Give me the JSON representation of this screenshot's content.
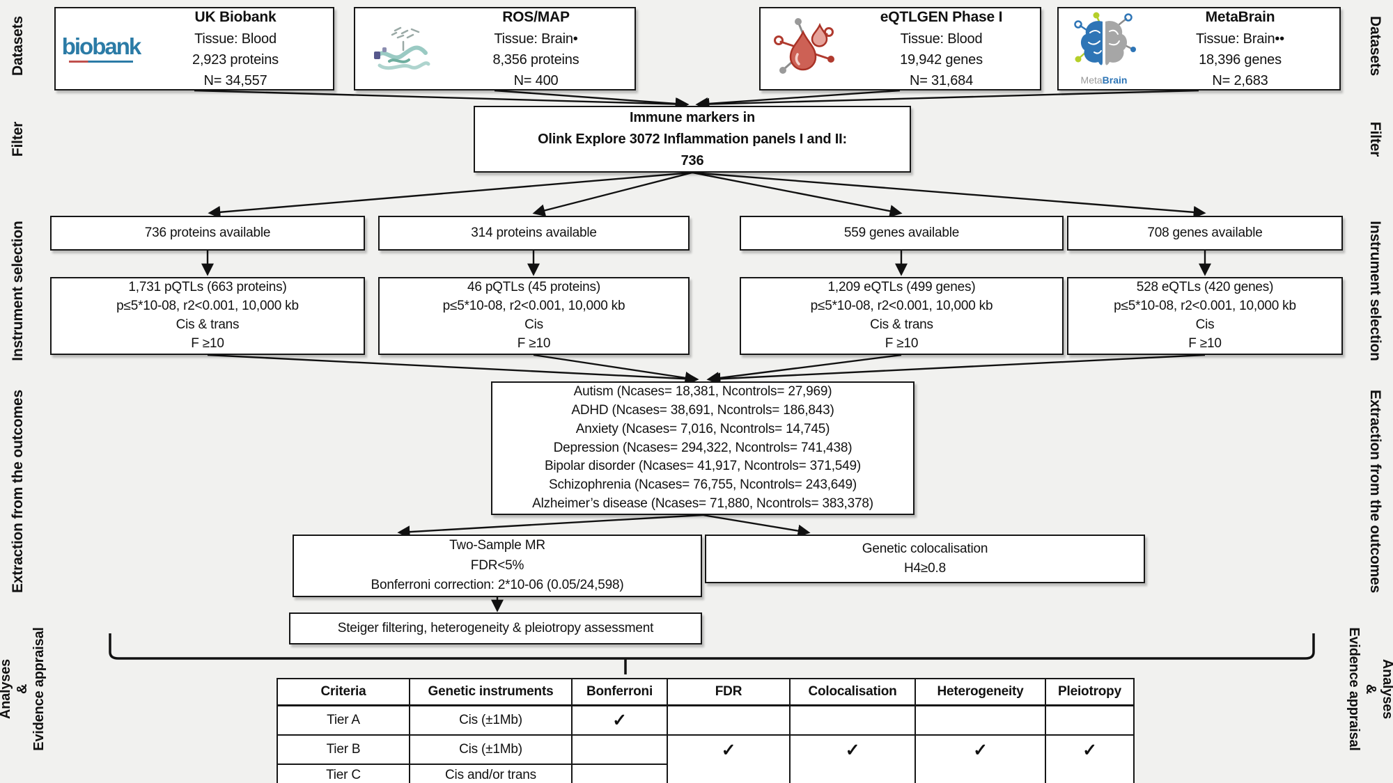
{
  "side_labels": {
    "datasets": "Datasets",
    "filter": "Filter",
    "instrument_selection": "Instrument selection",
    "extraction": "Extraction from the outcomes",
    "analyses_line1": "Analyses",
    "analyses_line2": "&",
    "analyses_line3": "Evidence appraisal"
  },
  "datasets": [
    {
      "title": "UK Biobank",
      "tissue": "Tissue: Blood",
      "markers": "2,923 proteins",
      "n": "N= 34,557",
      "logo": "uk-biobank-logo"
    },
    {
      "title": "ROS/MAP",
      "tissue": "Tissue: Brain•",
      "markers": "8,356 proteins",
      "n": "N= 400",
      "logo": "protein-structure-icon"
    },
    {
      "title": "eQTLGEN Phase I",
      "tissue": "Tissue: Blood",
      "markers": "19,942 genes",
      "n": "N= 31,684",
      "logo": "blood-drops-icon"
    },
    {
      "title": "MetaBrain",
      "tissue": "Tissue: Brain••",
      "markers": "18,396 genes",
      "n": "N= 2,683",
      "logo": "metabrain-logo"
    }
  ],
  "logos": {
    "biobank": "biobank",
    "metabrain_meta": "Meta",
    "metabrain_brain": "Brain"
  },
  "colors": {
    "biobank_blue": "#2b7ba6",
    "metabrain_blue": "#2e75b6",
    "metabrain_gray": "#a6a6a6",
    "metabrain_green": "#b5cf2a",
    "droplet_red": "#c0504d",
    "ribbon_teal": "#8fc4bd"
  },
  "filter_box": {
    "line1": "Immune markers in",
    "line2": "Olink Explore 3072 Inflammation panels I and II:",
    "line3": "736"
  },
  "instrument": {
    "available": [
      "736 proteins available",
      "314 proteins available",
      "559 genes available",
      "708 genes available"
    ],
    "qtl": [
      {
        "line1": "1,731 pQTLs (663 proteins)",
        "line2": "p≤5*10-08, r2<0.001, 10,000 kb",
        "line3": "Cis & trans",
        "line4": "F ≥10"
      },
      {
        "line1": "46 pQTLs (45 proteins)",
        "line2": "p≤5*10-08, r2<0.001, 10,000 kb",
        "line3": "Cis",
        "line4": "F ≥10"
      },
      {
        "line1": "1,209 eQTLs (499 genes)",
        "line2": "p≤5*10-08, r2<0.001, 10,000 kb",
        "line3": "Cis & trans",
        "line4": "F ≥10"
      },
      {
        "line1": "528 eQTLs (420 genes)",
        "line2": "p≤5*10-08, r2<0.001, 10,000 kb",
        "line3": "Cis",
        "line4": "F ≥10"
      }
    ]
  },
  "outcomes": {
    "lines": [
      "Autism (Ncases= 18,381, Ncontrols= 27,969)",
      "ADHD (Ncases= 38,691, Ncontrols= 186,843)",
      "Anxiety (Ncases= 7,016, Ncontrols= 14,745)",
      "Depression (Ncases= 294,322, Ncontrols= 741,438)",
      "Bipolar disorder (Ncases= 41,917, Ncontrols= 371,549)",
      "Schizophrenia (Ncases= 76,755, Ncontrols= 243,649)",
      "Alzheimer’s disease (Ncases= 71,880, Ncontrols= 383,378)"
    ]
  },
  "analysis": {
    "mr": {
      "line1": "Two-Sample MR",
      "line2": "FDR<5%",
      "line3": "Bonferroni correction: 2*10-06 (0.05/24,598)"
    },
    "coloc": {
      "line1": "Genetic colocalisation",
      "line2": "H4≥0.8"
    },
    "steiger": "Steiger filtering, heterogeneity & pleiotropy assessment"
  },
  "tier_table": {
    "headers": [
      "Criteria",
      "Genetic instruments",
      "Bonferroni",
      "FDR",
      "Colocalisation",
      "Heterogeneity",
      "Pleiotropy"
    ],
    "rows": [
      {
        "criteria": "Tier A",
        "instruments": "Cis (±1Mb)",
        "bonferroni": "✓"
      },
      {
        "criteria": "Tier B",
        "instruments": "Cis (±1Mb)",
        "bonferroni": ""
      },
      {
        "criteria": "Tier C",
        "instruments": "Cis and/or trans",
        "bonferroni": ""
      }
    ],
    "merged_checks": {
      "fdr": "✓",
      "colocalisation": "✓",
      "heterogeneity": "✓",
      "pleiotropy": "✓"
    }
  }
}
